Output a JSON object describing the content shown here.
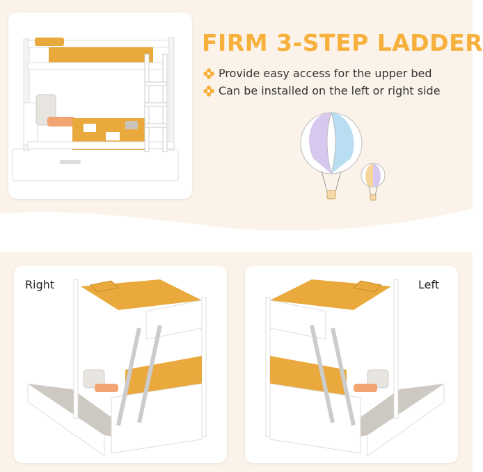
{
  "headline": "FIRM 3-STEP LADDER",
  "features": [
    "Provide easy access for the upper bed",
    "Can be installed on the left or right side"
  ],
  "views": {
    "right_label": "Right",
    "left_label": "Left"
  },
  "icons": [
    "flower-bullet-icon",
    "hot-air-balloon-icon"
  ],
  "colors": {
    "accent": "#f6b03b",
    "background": "#fbf3ea",
    "bed_white": "#ffffff",
    "quilt_yellow": "#e9a93c"
  }
}
